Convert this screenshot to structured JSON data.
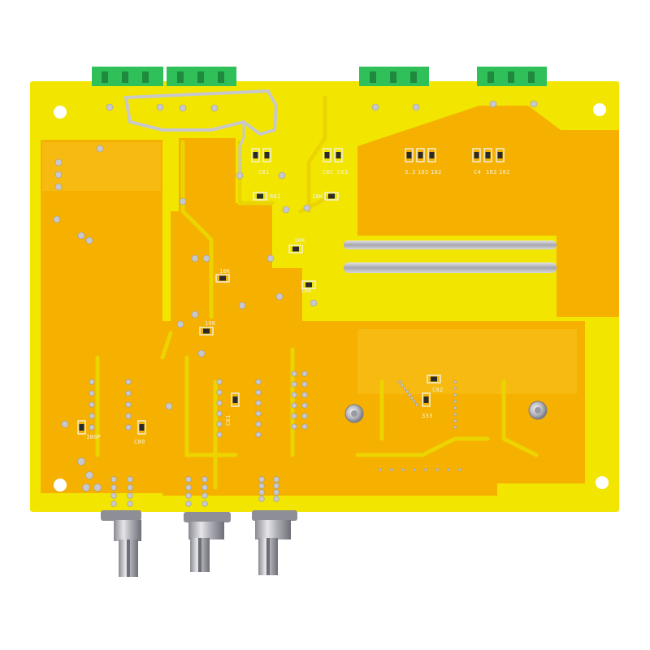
{
  "colors": {
    "background": "#ffffff",
    "board": "#f2e600",
    "copper_pour": "#f5b000",
    "copper_pour_light": "#f7c11a",
    "trace": "#e8d300",
    "solder": "#c8c8cc",
    "solder_dark": "#8e8e96",
    "terminal": "#2fc05a",
    "terminal_dark": "#1f8a3d",
    "silkscreen": "#f2f2e8"
  },
  "silkscreen": {
    "label_c01_left": "C01",
    "label_c01_mid": "C01",
    "label_c01_mid2": "C0C",
    "label_103_a": "103",
    "label_102_a": "102",
    "label_33": "3.3",
    "label_103_b": "103",
    "label_102_b": "102",
    "label_c4": "C4",
    "label_r01": "R01",
    "label_10k_top": "10K",
    "label_10k_mid": "10K",
    "label_10k_left": "10K",
    "label_10k_low": "10K",
    "label_10k_side": "10K",
    "label_333": "333",
    "label_c02": "C02",
    "label_100p": "100P",
    "label_c01_bottom": "C01",
    "label_c00": "C00"
  },
  "icons": {
    "terminal_block": "terminal-block-icon",
    "potentiometer": "potentiometer-icon",
    "mounting_hole": "mounting-hole-icon",
    "screw": "screw-icon"
  }
}
